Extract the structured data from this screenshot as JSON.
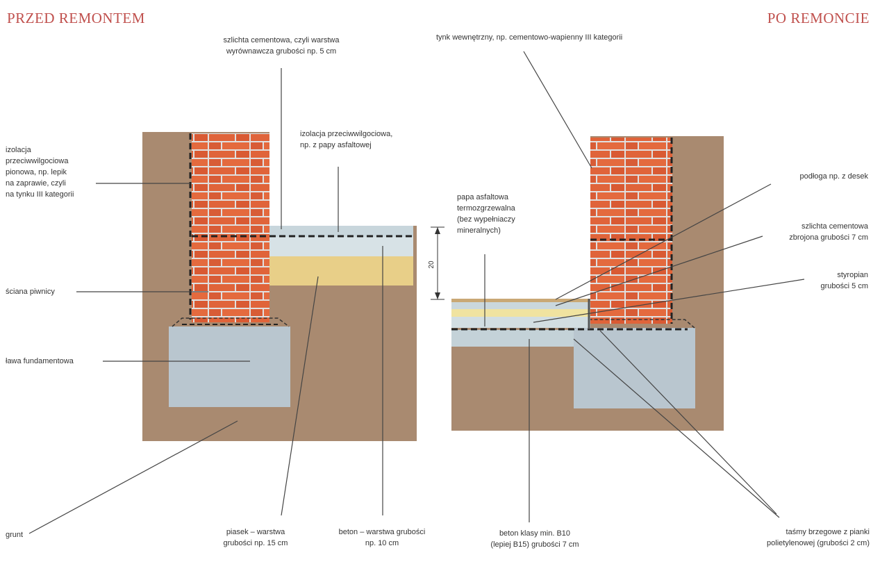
{
  "titles": {
    "left": "PRZED REMONTEM",
    "right": "PO REMONCIE"
  },
  "labels": {
    "wylewka_top": "szlichta cementowa, czyli warstwa\nwyrównawcza grubości np. 5 cm",
    "izolacja_pionowa": "izolacja\nprzeciwwilgociowa\npionowa, np. lepik\nna zaprawie, czyli\nna tynku III kategorii",
    "izolacja_pozioma": "izolacja przeciwwilgociowa,\nnp. z papy asfaltowej",
    "sciana": "ściana piwnicy",
    "lawa": "ława fundamentowa",
    "grunt": "grunt",
    "piasek": "piasek – warstwa\ngrubości np. 15 cm",
    "beton_left": "beton – warstwa grubości\nnp. 10 cm",
    "tynk": "tynk wewnętrzny, np. cementowo-wapienny III kategorii",
    "papa": "papa asfaltowa\ntermozgrzewalna\n(bez wypełniaczy\nmineralnych)",
    "dim": "20",
    "podloga": "podłoga np. z desek",
    "szlichta_right": "szlichta cementowa\nzbrojona grubości 7 cm",
    "styropian": "styropian\ngrubości 5 cm",
    "beton_right": "beton klasy min. B10\n(lepiej B15) grubości 7 cm",
    "tasmy": "taśmy brzegowe z pianki\npolietylenowej (grubości 2 cm)"
  }
}
